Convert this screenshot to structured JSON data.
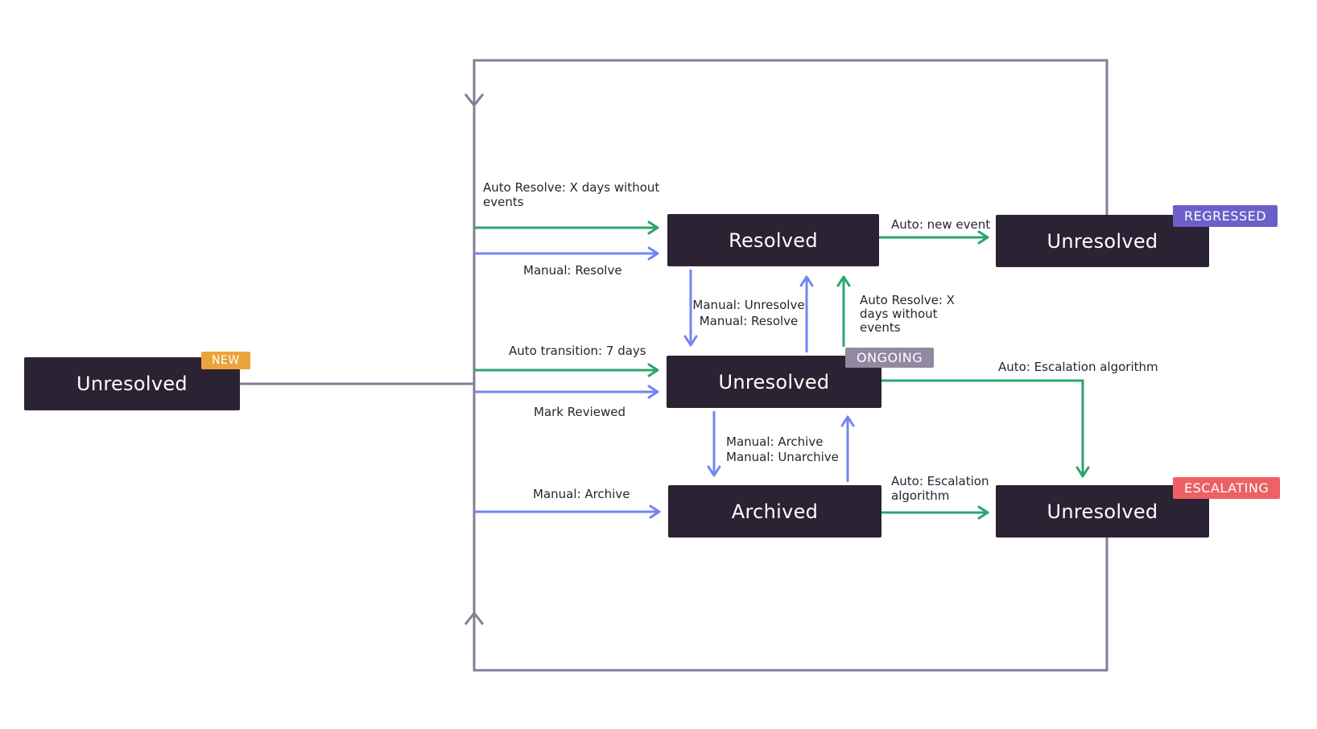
{
  "diagram": {
    "colors": {
      "background": "#ffffff",
      "node_bg": "#2b2233",
      "node_text": "#ffffff",
      "auto_edge_green": "#2ba56d",
      "manual_edge_blue": "#7286f2",
      "loop_edge_purple": "#867c97",
      "badge_new": "#eca33c",
      "badge_ongoing": "#9189a1",
      "badge_regressed": "#6c5fc7",
      "badge_escalating": "#ed6064",
      "label_text": "#2b2233"
    },
    "nodes": {
      "new": {
        "label": "Unresolved",
        "badge": "NEW"
      },
      "resolved": {
        "label": "Resolved"
      },
      "ongoing": {
        "label": "Unresolved",
        "badge": "ONGOING"
      },
      "archived": {
        "label": "Archived"
      },
      "regressed": {
        "label": "Unresolved",
        "badge": "REGRESSED"
      },
      "escalating": {
        "label": "Unresolved",
        "badge": "ESCALATING"
      }
    },
    "edges": [
      {
        "from": "new",
        "to": "resolved",
        "kind": "auto",
        "lines": [
          "Auto Resolve: X days without",
          "events"
        ]
      },
      {
        "from": "new",
        "to": "resolved",
        "kind": "manual",
        "lines": [
          "Manual: Resolve"
        ]
      },
      {
        "from": "resolved",
        "to": "ongoing",
        "kind": "manual",
        "lines": [
          "Manual: Unresolve",
          "Manual: Resolve"
        ]
      },
      {
        "from": "ongoing",
        "to": "resolved",
        "kind": "auto",
        "lines": [
          "Auto Resolve: X",
          "days without",
          "events"
        ]
      },
      {
        "from": "resolved",
        "to": "regressed",
        "kind": "auto",
        "lines": [
          "Auto: new event"
        ]
      },
      {
        "from": "new",
        "to": "ongoing",
        "kind": "auto",
        "lines": [
          "Auto transition: 7 days"
        ]
      },
      {
        "from": "new",
        "to": "ongoing",
        "kind": "manual",
        "lines": [
          "Mark Reviewed"
        ]
      },
      {
        "from": "ongoing",
        "to": "archived",
        "kind": "manual",
        "lines": [
          "Manual: Archive",
          "Manual: Unarchive"
        ]
      },
      {
        "from": "new",
        "to": "archived",
        "kind": "manual",
        "lines": [
          "Manual: Archive"
        ]
      },
      {
        "from": "ongoing",
        "to": "escalating",
        "kind": "auto",
        "lines": [
          "Auto: Escalation algorithm"
        ]
      },
      {
        "from": "archived",
        "to": "escalating",
        "kind": "auto",
        "lines": [
          "Auto: Escalation",
          "algorithm"
        ]
      }
    ]
  }
}
